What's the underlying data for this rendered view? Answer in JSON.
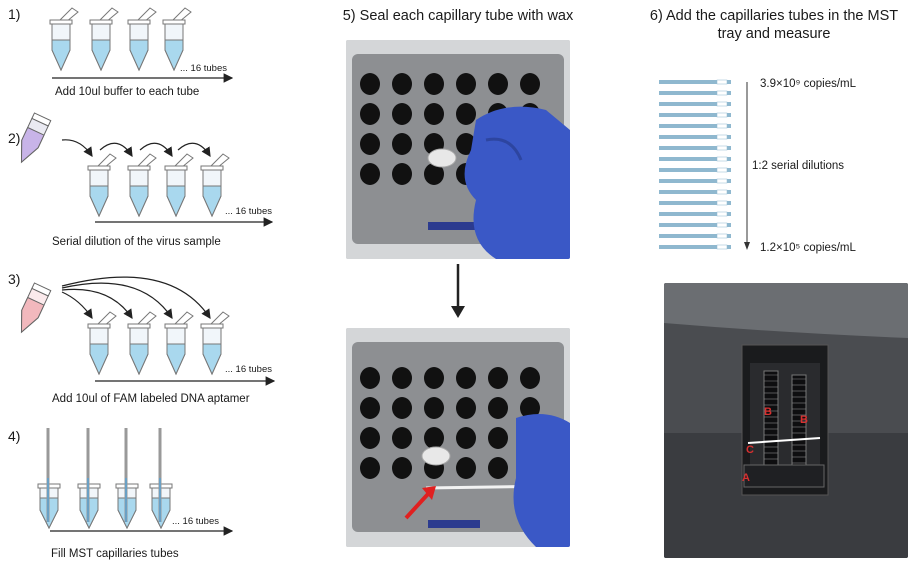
{
  "steps": [
    {
      "number": "1)",
      "caption": "Add 10ul buffer to each tube",
      "tube_note": "... 16 tubes"
    },
    {
      "number": "2)",
      "caption": "Serial dilution of the virus sample",
      "tube_note": "... 16 tubes"
    },
    {
      "number": "3)",
      "caption": "Add 10ul of FAM labeled DNA aptamer",
      "tube_note": "... 16 tubes"
    },
    {
      "number": "4)",
      "caption": "Fill MST capillaries tubes",
      "tube_note": "... 16 tubes"
    }
  ],
  "step5": {
    "title": "5) Seal each capillary tube with wax"
  },
  "step6": {
    "title_line1": "6) Add the capillaries tubes in the MST",
    "title_line2": "tray and measure",
    "top_label": "3.9×10⁹ copies/mL",
    "middle_label": "1:2 serial dilutions",
    "bottom_label": "1.2×10⁵ copies/mL",
    "capillary_count": 16,
    "tray_labels": [
      "B",
      "B",
      "C",
      "A"
    ]
  },
  "colors": {
    "buffer": "#a9d8ee",
    "virus": "#c8b4e8",
    "aptamer": "#f2b8bd",
    "capillary": "#8fb8cf",
    "glove": "#3a58c6",
    "tray_gray": "#8d8f92",
    "arrow_red": "#e02020",
    "letter_red": "#d83030"
  }
}
